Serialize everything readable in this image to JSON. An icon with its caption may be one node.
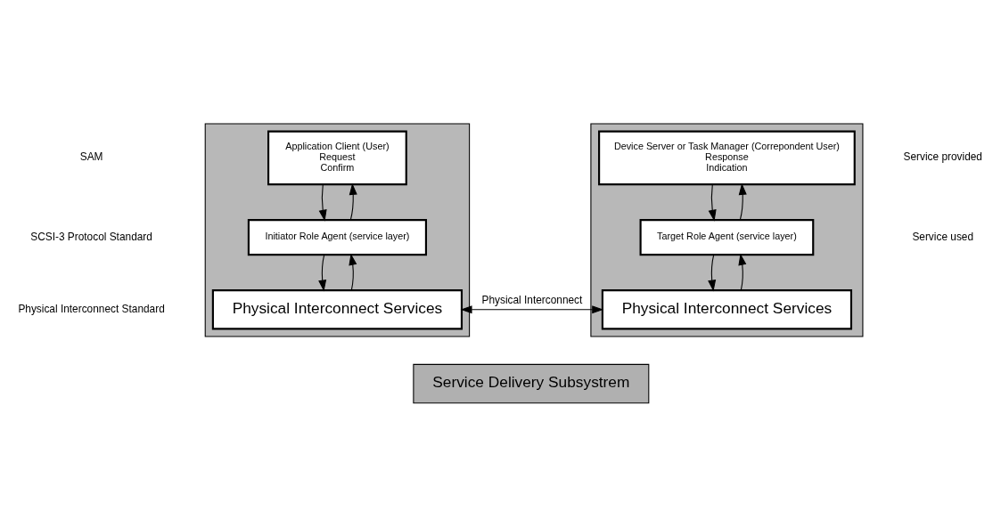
{
  "diagram": {
    "nodes": [
      {
        "text": [],
        "shape": "box"
      },
      {
        "text": [
          "Application Client (User)",
          "Request",
          "Confirm"
        ],
        "in": 0
      },
      {
        "text": [
          "Initiator Role Agent (service layer)"
        ],
        "in": 0
      },
      {
        "text": [
          "Physical Interconnect Services"
        ],
        "in": 0
      },
      {
        "text": [],
        "shape": "box"
      },
      {
        "text": [
          "Device Server or Task Manager (Correpondent User)",
          "Response",
          "Indication"
        ],
        "in": 4
      },
      {
        "text": [
          "Target Role Agent (service layer)"
        ],
        "in": 4
      },
      {
        "text": [
          "Physical Interconnect Services"
        ],
        "in": 4
      },
      {
        "text": [
          "Service Delivery Subsystrem"
        ]
      }
    ],
    "edges": [
      {
        "from": 1,
        "to": 2,
        "arrow": "to"
      },
      {
        "from": 2,
        "to": 1,
        "arrow": "to"
      },
      {
        "from": 2,
        "to": 3,
        "arrow": "to"
      },
      {
        "from": 3,
        "to": 2,
        "arrow": "to"
      },
      {
        "from": 3,
        "to": 7,
        "arrow": "both",
        "label": "Physical Interconnect"
      },
      {
        "from": 5,
        "to": 6,
        "arrow": "to"
      },
      {
        "from": 6,
        "to": 5,
        "arrow": "to"
      },
      {
        "from": 6,
        "to": 7,
        "arrow": "to"
      },
      {
        "from": 7,
        "to": 6,
        "arrow": "to"
      }
    ],
    "labels": [
      "SAM",
      "Service provided",
      "SCSI-3 Protocol Standard",
      "Service used",
      "Physical Interconnect Standard"
    ]
  }
}
